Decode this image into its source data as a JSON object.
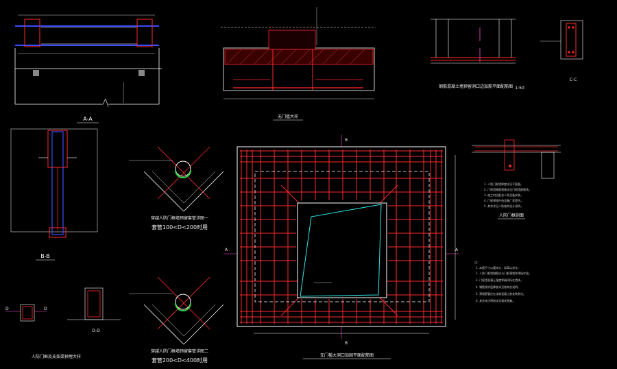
{
  "drawing": {
    "section_aa": {
      "title": "A-A"
    },
    "section_bb": {
      "title": "B-B"
    },
    "section_cc": {
      "title": "C-C"
    },
    "section_dd": {
      "title": "D-D"
    },
    "section_ee": {
      "title": "E-E"
    },
    "detail_scale": {
      "label": "1:50"
    },
    "manhole_detail_title": {
      "label": "无门槛大样"
    },
    "wall_opening_title": {
      "label": "钢筋混凝土墙预留洞口边加筋平面配筋图"
    },
    "pipe_detail_1": {
      "title": "穿越人防门框墙预留套管详图一",
      "subtitle": "套管100<D<200时用"
    },
    "pipe_detail_2": {
      "title": "穿越人防门框墙预留套管详图二",
      "subtitle": "套管200<D<400时用"
    },
    "main_plan_title": {
      "label": "无门槛大洞口加固平面配筋图"
    },
    "lintel_title": {
      "label": "人防门框剖面"
    },
    "small_title": {
      "label": "人防门框及支架梁预埋大样"
    },
    "notes": {
      "items": [
        "注：",
        "1. 本图尺寸以毫米计，标高以米计。",
        "2. 人防门框墙钢筋应与门框预埋件焊接牢固。",
        "3. 门框墙混凝土强度等级同所在墙体。",
        "4. 钢筋保护层厚度详见结构总说明。",
        "5. 预埋套管应在浇筑混凝土前安装到位。",
        "6. 其余未注明者详见相关图集。"
      ]
    },
    "right_notes": {
      "items": [
        "1. 人防门框墙厚度详见平面图。",
        "2. 门框墙钢筋规格详见门框墙配筋表。",
        "3. 施工时应配合人防设备安装。",
        "4. 门框预埋件由设备厂家提供。",
        "5. 其余详见人防结构设计说明。"
      ]
    },
    "marks": {
      "a": "A",
      "b": "B",
      "c": "C",
      "d": "D"
    },
    "colors": {
      "background": "#000000",
      "rebar": "#ff2a2a",
      "outline": "#ffffff",
      "axis": "#3a4bff",
      "pipe": "#2bd13a",
      "opening": "#2ee8e8",
      "highlight": "#ff3333",
      "mark": "#ff4fd8"
    }
  }
}
